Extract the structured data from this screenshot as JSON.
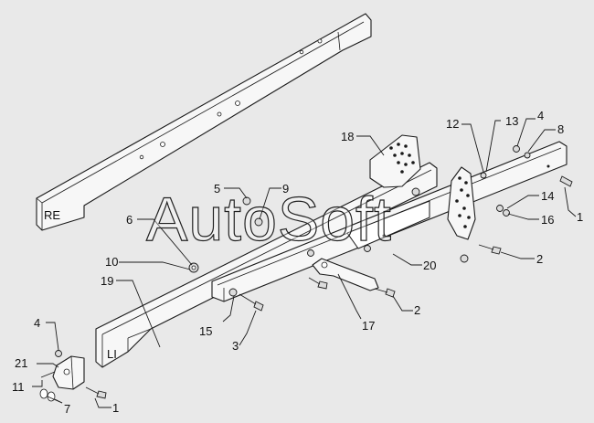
{
  "watermark": "AutoSoft",
  "side_labels": {
    "right_rail": "RE",
    "left_rail": "LI"
  },
  "callouts": {
    "c1_bottom": "1",
    "c1_right": "1",
    "c2_right": "2",
    "c2_middle": "2",
    "c3": "3",
    "c4_top": "4",
    "c4_left": "4",
    "c5": "5",
    "c6": "6",
    "c7": "7",
    "c8": "8",
    "c9": "9",
    "c10": "10",
    "c11": "11",
    "c12": "12",
    "c13": "13",
    "c14": "14",
    "c15": "15",
    "c16": "16",
    "c17": "17",
    "c18": "18",
    "c19": "19",
    "c20": "20",
    "c21": "21"
  }
}
